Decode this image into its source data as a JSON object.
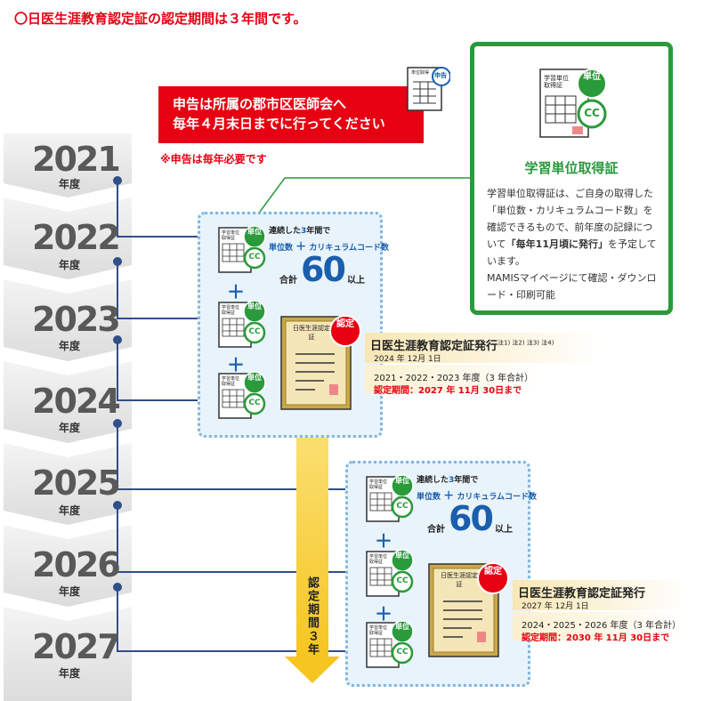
{
  "title": "〇日医生涯教育認定証の認定期間は３年間です。",
  "timeline": {
    "unit": "年度",
    "years": [
      "2021",
      "2022",
      "2023",
      "2024",
      "2025",
      "2026",
      "2027"
    ]
  },
  "application": {
    "line1": "申告は所属の郡市区医師会へ",
    "line2": "毎年４月末日までに行ってください",
    "note": "※申告は毎年必要です",
    "form_tag": "申告",
    "form_label": "単位取得"
  },
  "learning_cert": {
    "icon_label": "学習単位取得証",
    "badge_top": "単位",
    "badge_bottom": "CC",
    "title": "学習単位取得証",
    "text_a": "学習単位取得証は、ご自身の取得した「単位数・カリキュラムコード数」を確認できるもので、前年度の記録について",
    "text_bold": "「毎年11月頃に発行」",
    "text_b": "を予定しています。",
    "text_c": "MAMISマイページにて確認・ダウンロード・印刷可能"
  },
  "card": {
    "label": "学習単位取得証",
    "badge_top": "単位",
    "badge_bottom": "CC"
  },
  "cycle1": {
    "consecutive_pre": "連続した",
    "consecutive_num": "3",
    "consecutive_post": "年間で",
    "units": "単位数",
    "plus": "＋",
    "curriculum": "カリキュラムコード数",
    "total_label": "合計",
    "total_value": "60",
    "total_suffix": "以上",
    "cert_doc": "日医生涯認定証",
    "seal": "認定",
    "issue_title": "日医生涯教育認定証発行",
    "issue_notes": "注1) 注2) 注3) 注4)",
    "issue_date": "2024 年 12月 1日",
    "years_text": "2021・2022・2023 年度（3 年合計）",
    "period": "認定期間：2027 年 11月 30日まで"
  },
  "cycle2": {
    "consecutive_pre": "連続した",
    "consecutive_num": "3",
    "consecutive_post": "年間で",
    "units": "単位数",
    "plus": "＋",
    "curriculum": "カリキュラムコード数",
    "total_label": "合計",
    "total_value": "60",
    "total_suffix": "以上",
    "cert_doc": "日医生涯認定証",
    "seal": "認定",
    "issue_title": "日医生涯教育認定証発行",
    "issue_date": "2027 年 12月 1日",
    "years_text": "2024・2025・2026 年度（3 年合計）",
    "period": "認定期間：2030 年 11月 30日まで"
  },
  "period_arrow": "認定期間３年",
  "colors": {
    "red": "#e60012",
    "green": "#2a9a3b",
    "blue": "#1a5eae",
    "gray": "#595959",
    "yellow": "#f7d23e"
  }
}
